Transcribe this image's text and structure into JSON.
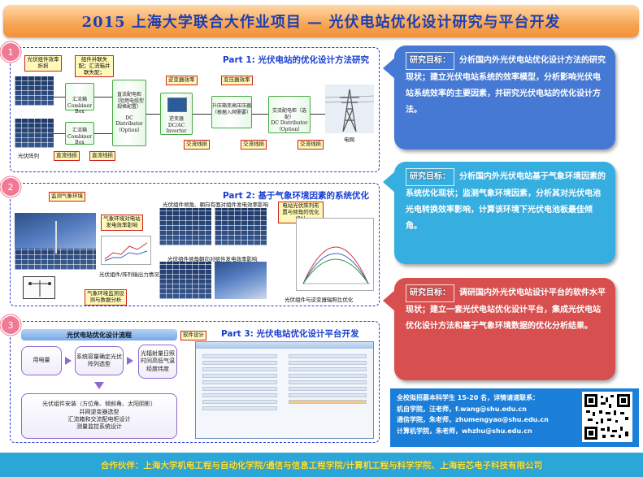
{
  "header": {
    "title": "2015 上海大学联合大作业项目 — 光伏电站优化设计研究与平台开发"
  },
  "sections": [
    {
      "number": "1",
      "part_title": "Part 1: 光伏电站的优化设计方法研究",
      "labels": {
        "pv_eff": "光伏组件效率折损",
        "combiner_eff": "组件并联失配；汇流箱并联失配；",
        "inverter_eff": "逆变器效率",
        "transformer_eff": "变压器效率",
        "dc_loss_1": "直流线损",
        "dc_loss_2": "直流线损",
        "ac_loss_1": "交流线损",
        "ac_loss_2": "交流线损",
        "ac_loss_3": "交流线损"
      },
      "devices": {
        "combiner_top_cn": "汇流箱",
        "combiner_top_en": "Combiner Box",
        "combiner_bottom_cn": "汇流箱",
        "combiner_bottom_en": "Combiner Box",
        "dc_cabinet": "直流配电柜（阻燃电缆型规格配置）",
        "dc_distributor": "DC Distributor（Option）",
        "inverter_cn": "逆变器",
        "inverter_en": "DC/AC Inverter",
        "transformer": "升压箱变高压压器（根据入网需要）",
        "ac_cabinet_cn": "交流配电柜（选配）",
        "ac_cabinet_en": "DC Distributor（Option）"
      },
      "captions": {
        "pv_array": "光伏阵列",
        "grid": "电网"
      }
    },
    {
      "number": "2",
      "part_title": "Part 2: 基于气象环境因素的系统优化",
      "labels": {
        "monitor": "监测气象环境",
        "impact": "气象环境对电站发电效率影响",
        "fixed_tilt": "光伏组件倾角、朝向有面对组件发电效率影响",
        "tracking": "光伏组件倾角朝向对组件发电效率影响",
        "matching": "电站光伏阵列布置与倾角的优化设计",
        "array_output": "光伏组件/阵列输出力情况",
        "data_analysis": "气象环境监测设测与数据分析",
        "compare": "光伏组件与逆变器辐照比优化"
      }
    },
    {
      "number": "3",
      "part_title": "Part 3: 光伏电站优化设计平台开发",
      "flow": {
        "head": "光伏电站优化设计流程",
        "software_tag": "软件设计",
        "load": "用电量",
        "capacity": "系统容量确定光伏阵列选型",
        "inputs": "光辐射量日照时间高低气温经度纬度",
        "design_1": "光伏组件安装（方位角、倾斜角、太阳阴影）",
        "design_2": "并网逆变器选型",
        "design_3": "汇流箱和交流配电柜设计",
        "design_4": "测量监控系统设计"
      }
    }
  ],
  "callouts": [
    {
      "label": "研究目标：",
      "text": "分析国内外光伏电站优化设计方法的研究现状；建立光伏电站系统的效率模型，分析影响光伏电站系统效率的主要因素，并研究光伏电站的优化设计方法。",
      "color": "#4579d4"
    },
    {
      "label": "研究目标：",
      "text": "分析国内外光伏电站基于气象环境因素的系统优化现状；监测气象环境因素，分析其对光伏电池光电转换效率影响，计算该环境下光伏电池板最佳倾角。",
      "color": "#36aee0"
    },
    {
      "label": "研究目标：",
      "text": "调研国内外光伏电站设计平台的软件水平现状；建立一套光伏电站优化设计平台，集成光伏电站优化设计方法和基于气象环境数据的优化分析结果。",
      "color": "#d7504f"
    }
  ],
  "contact": {
    "recruit": "全校拟招募本科学生 15-20 名，详情请速联系：",
    "lines": [
      "机自学院，汪老师，f.wang@shu.edu.cn",
      "通信学院，朱老师，zhumengyao@shu.edu.cn",
      "计算机学院，朱老师，whzhu@shu.edu.cn"
    ]
  },
  "footer": {
    "partners": "合作伙伴：上海大学机电工程与自动化学院/通信与信息工程学院/计算机工程与科学学院、上海岩芯电子科技有限公司"
  }
}
